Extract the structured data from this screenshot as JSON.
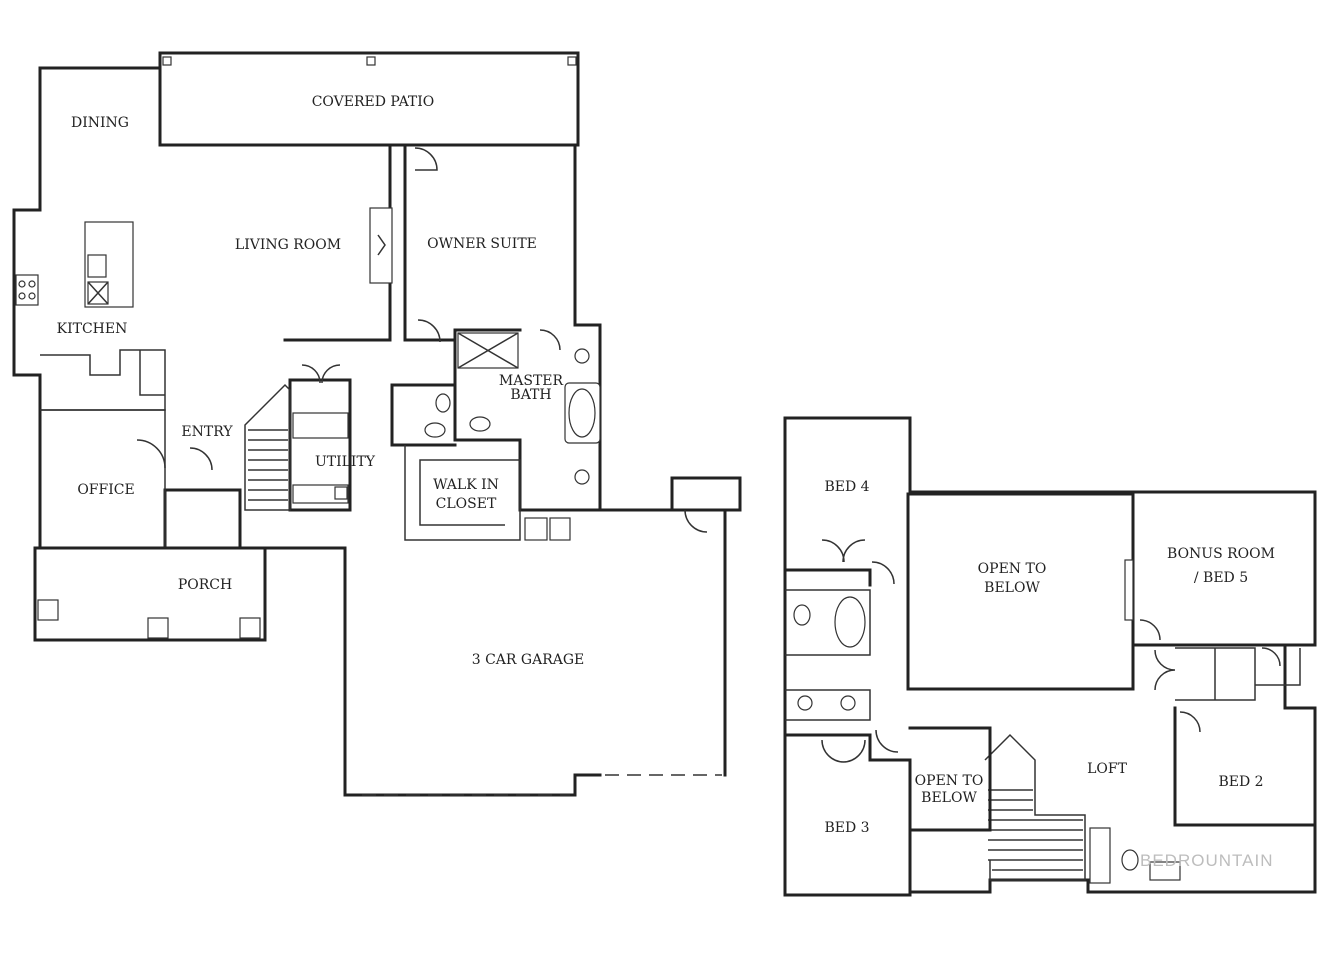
{
  "rooms": {
    "covered_patio": "COVERED PATIO",
    "dining": "DINING",
    "living_room": "LIVING ROOM",
    "owner_suite": "OWNER SUITE",
    "kitchen": "KITCHEN",
    "master_bath_line1": "MASTER",
    "master_bath_line2": "BATH",
    "entry": "ENTRY",
    "utility": "UTILITY",
    "walk_in_line1": "WALK IN",
    "walk_in_line2": "CLOSET",
    "office": "OFFICE",
    "porch": "PORCH",
    "garage": "3 CAR GARAGE",
    "bed4": "BED 4",
    "open_to_below_line1": "OPEN TO",
    "open_to_below_line2": "BELOW",
    "bonus_line1": "BONUS ROOM",
    "bonus_line2": "/ BED 5",
    "loft": "LOFT",
    "open_to_below2_line1": "OPEN TO",
    "open_to_below2_line2": "BELOW",
    "bed2": "BED 2",
    "bed3": "BED 3"
  },
  "watermark": "BEDROUNTAIN"
}
